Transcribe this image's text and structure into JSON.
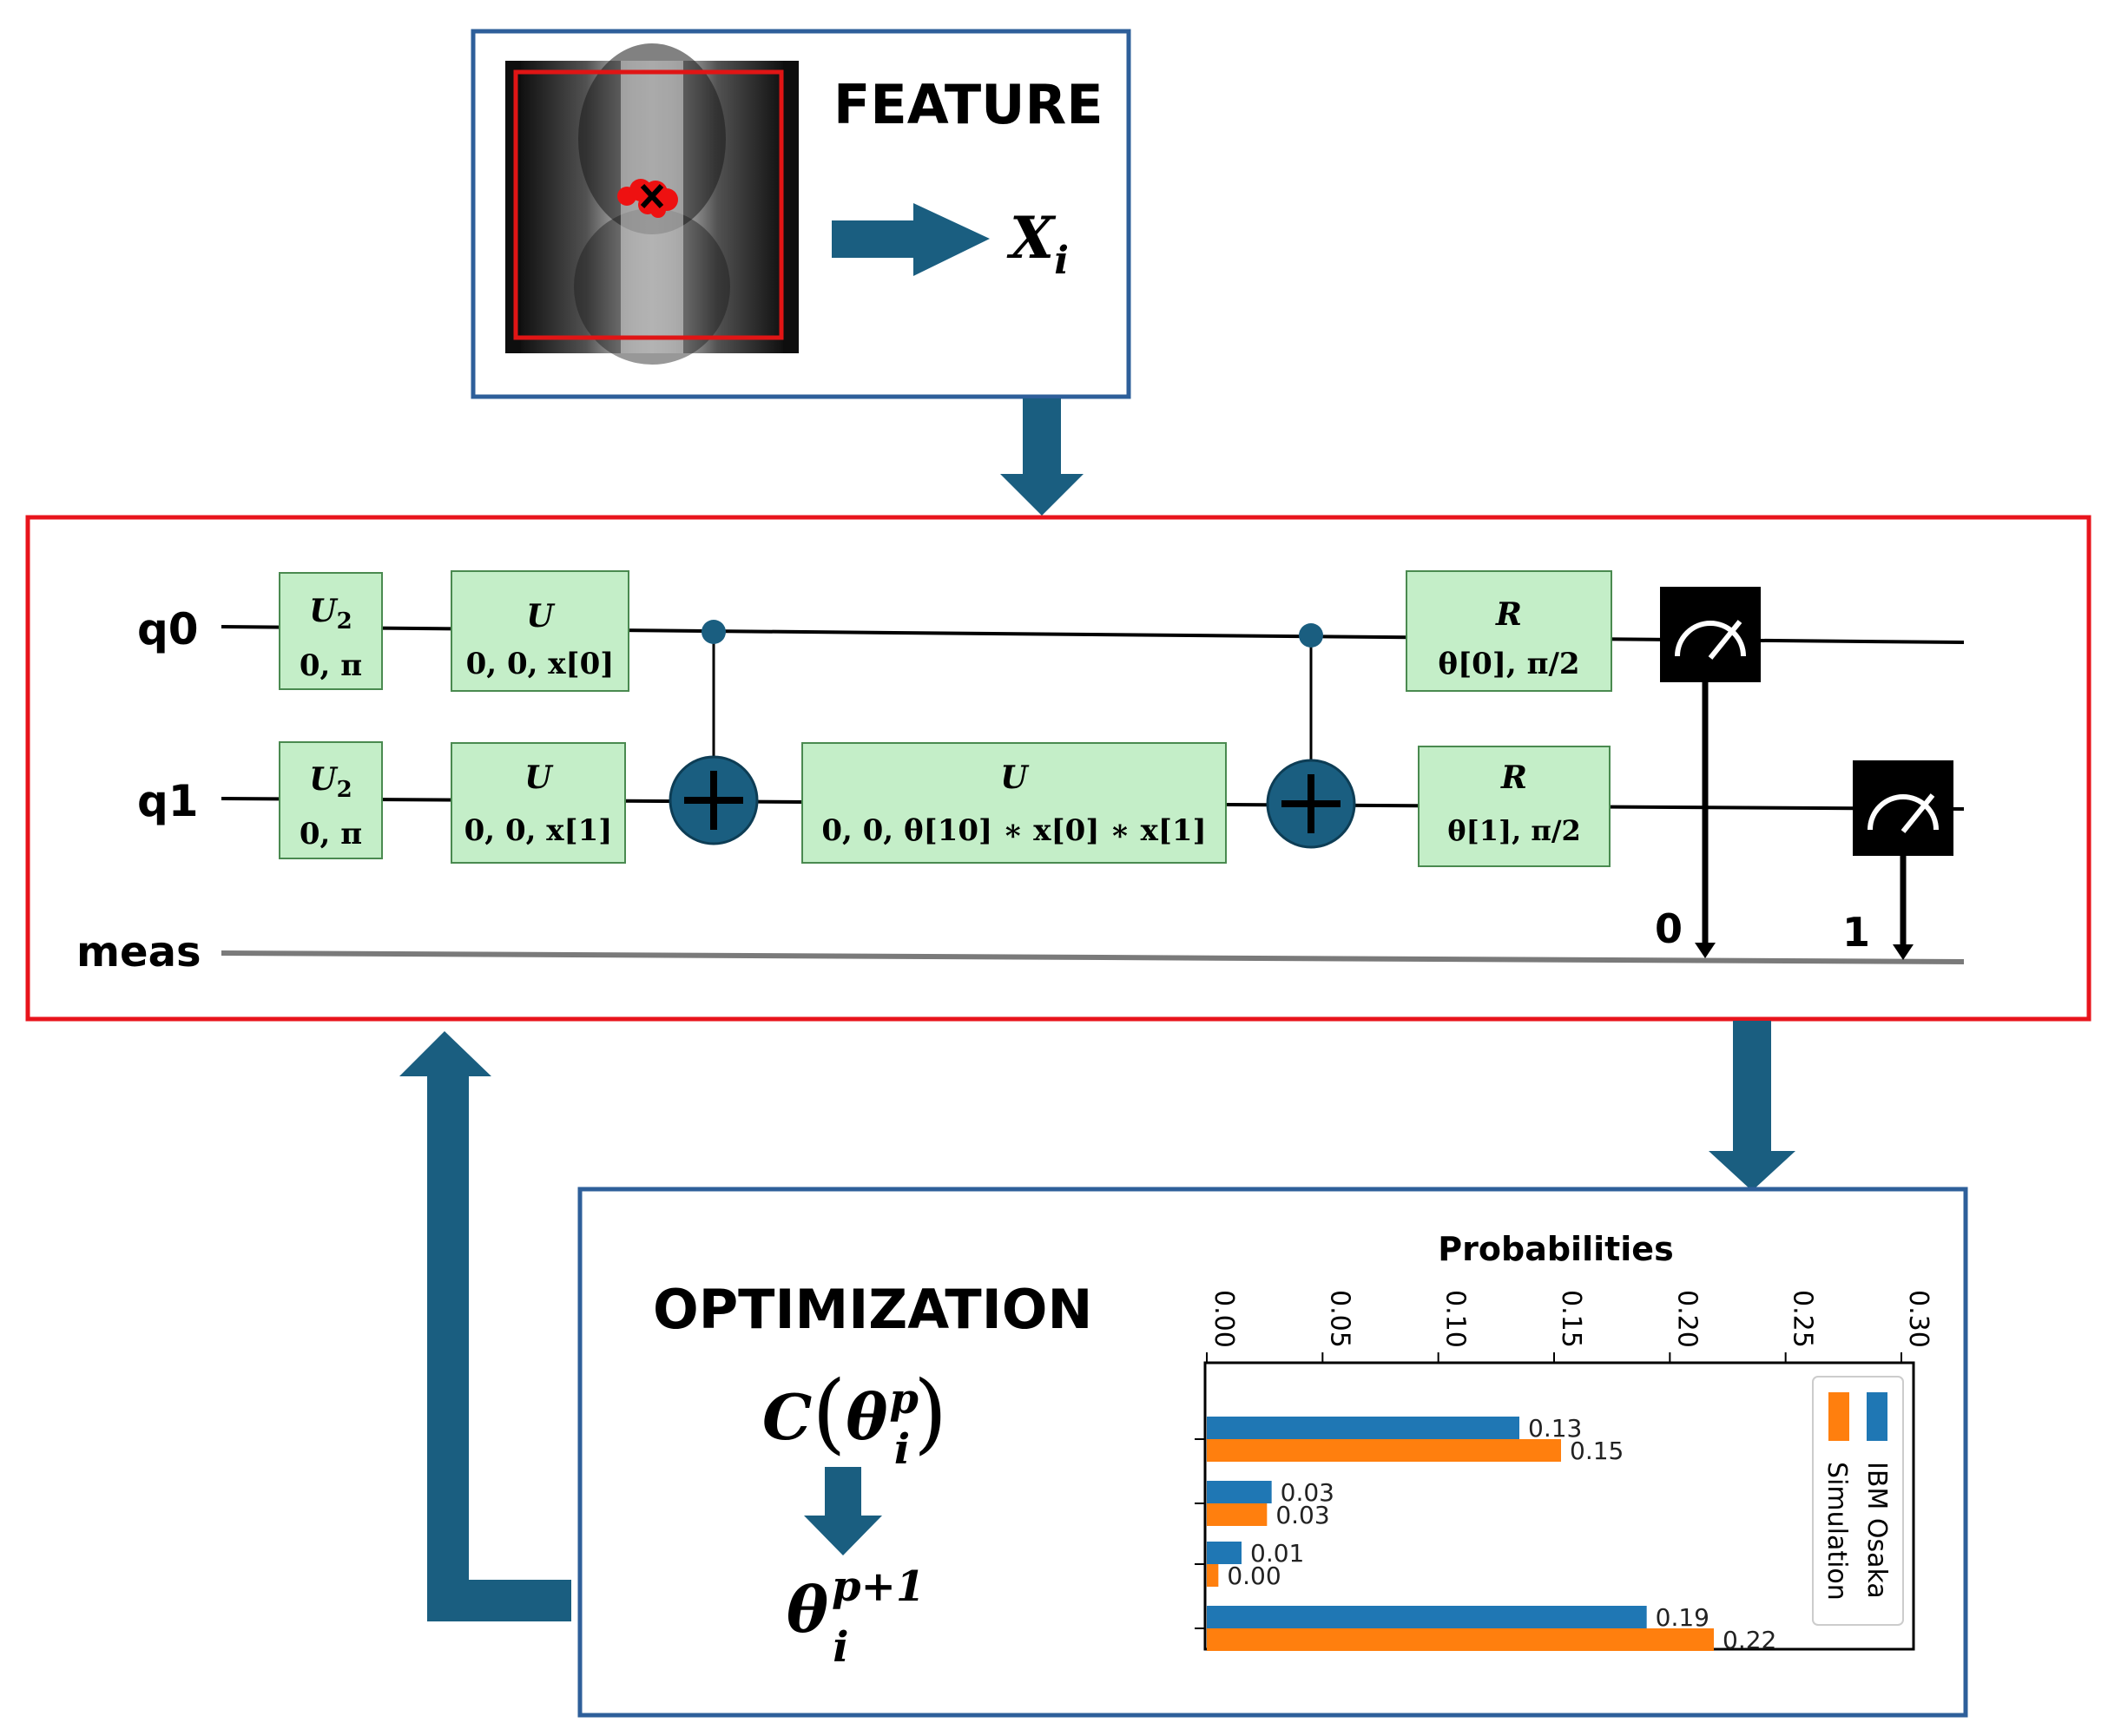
{
  "feature": {
    "title": "FEATURE",
    "output_symbol": "X",
    "output_subscript": "i"
  },
  "circuit": {
    "wire_labels": [
      "q0",
      "q1",
      "meas"
    ],
    "gates": {
      "u2_q0_name": "U",
      "u2_q0_sub": "2",
      "u2_q0_params": "0, π",
      "u2_q1_name": "U",
      "u2_q1_sub": "2",
      "u2_q1_params": "0, π",
      "u_q0_name": "U",
      "u_q0_params": "0, 0, x[0]",
      "u_q1_name": "U",
      "u_q1_params": "0, 0, x[1]",
      "u_mid_name": "U",
      "u_mid_params": "0, 0, θ[10] ∗ x[0] ∗ x[1]",
      "r_q0_name": "R",
      "r_q0_params": "θ[0], π/2",
      "r_q1_name": "R",
      "r_q1_params": "θ[1], π/2"
    },
    "measure_bits": [
      "0",
      "1"
    ]
  },
  "optimization": {
    "title": "OPTIMIZATION",
    "cost_symbol": "C",
    "theta": "θ",
    "sup_p": "p",
    "sub_i": "i",
    "sup_p1": "p+1"
  },
  "chart_data": {
    "type": "bar",
    "title": "Probabilities",
    "orientation": "horizontal",
    "xlim": [
      0,
      0.3
    ],
    "ticks": [
      "0.00",
      "0.05",
      "0.10",
      "0.15",
      "0.20",
      "0.25",
      "0.30"
    ],
    "tick_values": [
      0,
      0.05,
      0.1,
      0.15,
      0.2,
      0.25,
      0.3
    ],
    "categories": [
      "",
      "",
      "",
      ""
    ],
    "series": [
      {
        "name": "IBM Osaka",
        "color": "#1f77b4",
        "values": [
          0.135,
          0.028,
          0.015,
          0.19
        ],
        "labels": [
          "0.13",
          "0.03",
          "0.01",
          "0.19"
        ]
      },
      {
        "name": "Simulation",
        "color": "#ff7f0e",
        "values": [
          0.153,
          0.026,
          0.005,
          0.219
        ],
        "labels": [
          "0.15",
          "0.03",
          "0.00",
          "0.22"
        ]
      }
    ],
    "legend_placement": "top-right"
  },
  "colors": {
    "box_blue": "#2e5f9a",
    "frame_red": "#e8141c",
    "arrow_teal": "#1a5e80",
    "gate_green": "#c4eec8",
    "gate_border": "#4a8a50"
  }
}
